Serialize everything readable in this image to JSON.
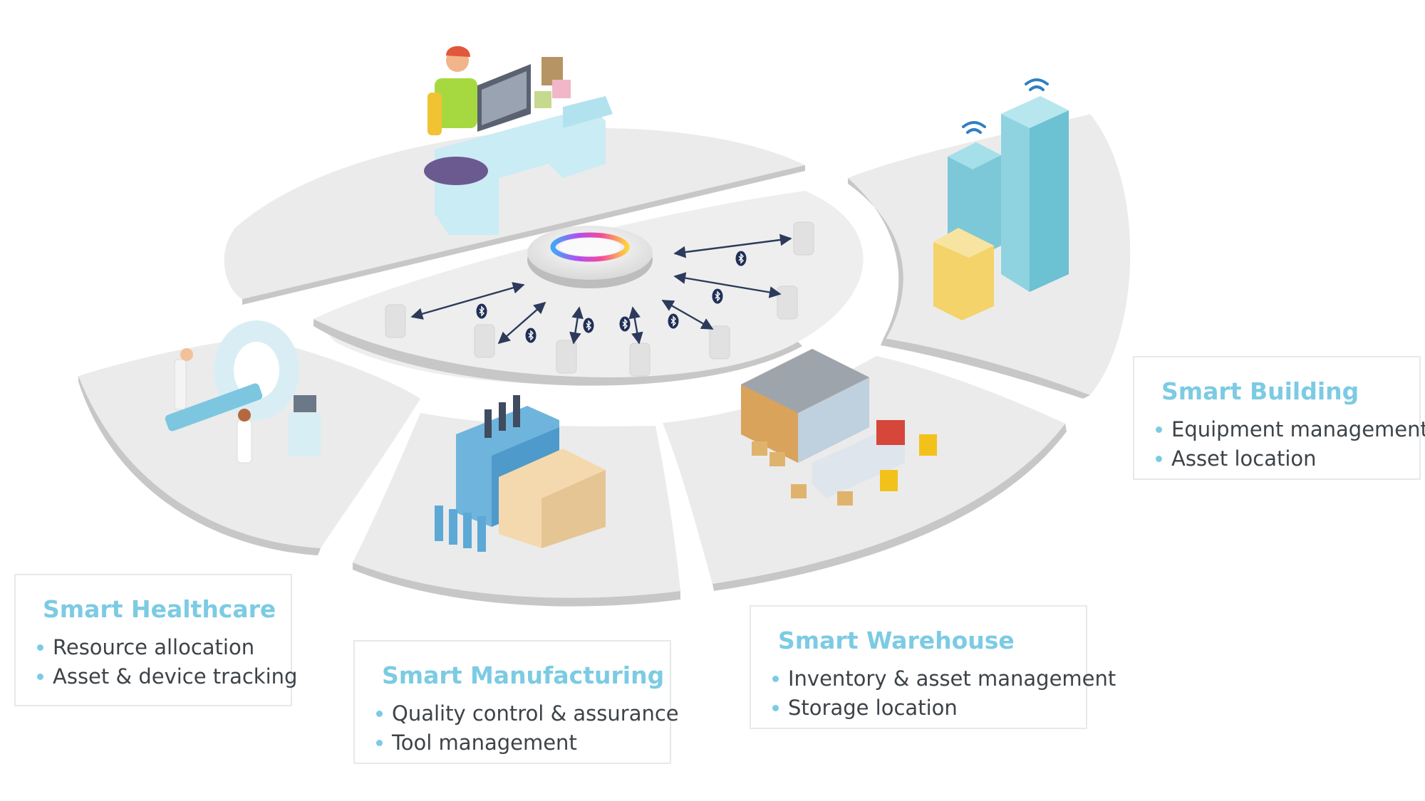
{
  "colors": {
    "accent_title": "#7ccbe3",
    "bullet_text": "#3d4348",
    "platform_fill": "#ebebeb",
    "platform_edge": "#c7c7c7",
    "connection_arrow": "#2c3a5c",
    "bluetooth_badge": "#1f2f57",
    "tag_fill": "#e1e1e1"
  },
  "icons": {
    "gateway": "gateway-ring-icon",
    "bluetooth": "bluetooth-icon",
    "wifi": "wifi-icon"
  },
  "sections": {
    "healthcare": {
      "title": "Smart Healthcare",
      "items": [
        "Resource allocation",
        "Asset & device tracking"
      ]
    },
    "manufacturing": {
      "title": "Smart Manufacturing",
      "items": [
        "Quality control & assurance",
        "Tool management"
      ]
    },
    "warehouse": {
      "title": "Smart Warehouse",
      "items": [
        "Inventory & asset management",
        "Storage location"
      ]
    },
    "building": {
      "title": "Smart Building",
      "items": [
        "Equipment management",
        "Asset location"
      ]
    }
  }
}
